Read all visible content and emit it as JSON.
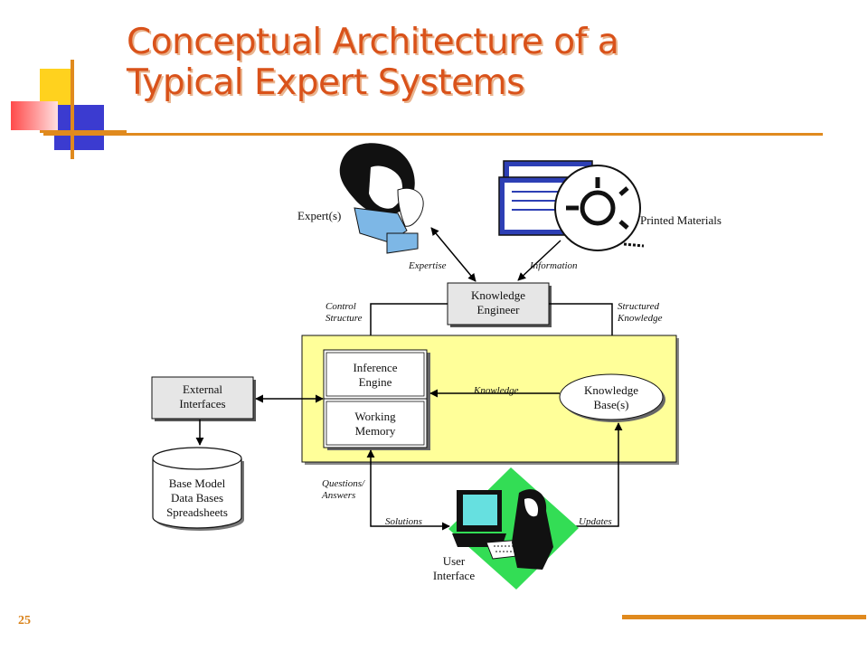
{
  "slide": {
    "title_line1": "Conceptual Architecture of a",
    "title_line2": "Typical Expert Systems",
    "page_number": "25"
  },
  "diagram": {
    "experts_label": "Expert(s)",
    "printed_materials_label": "Printed Materials",
    "expertise_label": "Expertise",
    "information_label": "Information",
    "knowledge_engineer": [
      "Knowledge",
      "Engineer"
    ],
    "control_structure": [
      "Control",
      "Structure"
    ],
    "structured_knowledge": [
      "Structured",
      "Knowledge"
    ],
    "inference_engine": [
      "Inference",
      "Engine"
    ],
    "working_memory": [
      "Working",
      "Memory"
    ],
    "knowledge_label": "Knowledge",
    "knowledge_base": [
      "Knowledge",
      "Base(s)"
    ],
    "external_interfaces": [
      "External",
      "Interfaces"
    ],
    "databases": [
      "Base Model",
      "Data Bases",
      "Spreadsheets"
    ],
    "questions_answers": [
      "Questions/",
      "Answers"
    ],
    "solutions_label": "Solutions",
    "updates_label": "Updates",
    "user_interface": [
      "User",
      "Interface"
    ]
  },
  "colors": {
    "title": "#d9521a",
    "accent_line": "#e08a1e",
    "system_panel": "#ffff99",
    "module_box": "#e6e6e6"
  }
}
